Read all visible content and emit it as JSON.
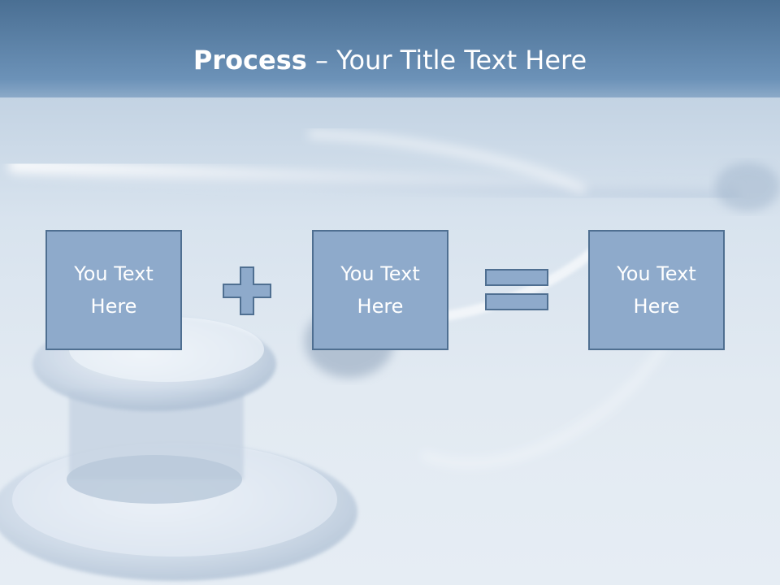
{
  "slide": {
    "title_bold": "Process",
    "title_rest": " – Your Title Text Here",
    "boxes": [
      {
        "text": "You Text Here"
      },
      {
        "text": "You Text Here"
      },
      {
        "text": "You Text Here"
      }
    ],
    "operators": {
      "plus": "plus-icon",
      "equals": "equals-icon"
    },
    "colors": {
      "header": "#4a6f93",
      "box_fill": "#8eaacb",
      "box_border": "#4f6f91",
      "background": "#dfe8f1"
    }
  }
}
